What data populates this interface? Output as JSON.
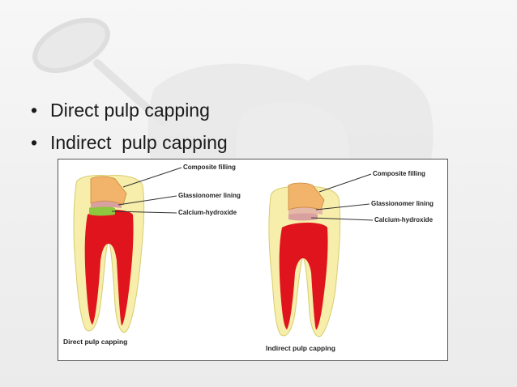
{
  "slide": {
    "bullets": [
      "Direct pulp capping",
      "Indirect  pulp capping"
    ]
  },
  "diagram": {
    "left_tooth": {
      "labels": {
        "composite": "Composite filling",
        "glassionomer": "Glassionomer lining",
        "calcium": "Calcium-hydroxide"
      },
      "caption": "Direct pulp capping"
    },
    "right_tooth": {
      "labels": {
        "composite": "Composite filling",
        "glassionomer": "Glassionomer lining",
        "calcium": "Calcium-hydroxide"
      },
      "caption": "Indirect pulp capping"
    }
  },
  "colors": {
    "enamel": "#f6eeaa",
    "dentin": "#f3e98f",
    "pulp": "#e0141c",
    "composite": "#f2b36a",
    "glassionomer": "#d9a0a0",
    "calcium": "#8dc63f"
  },
  "icons": {
    "watermark": "dental-mirror-and-tooth-icon"
  }
}
